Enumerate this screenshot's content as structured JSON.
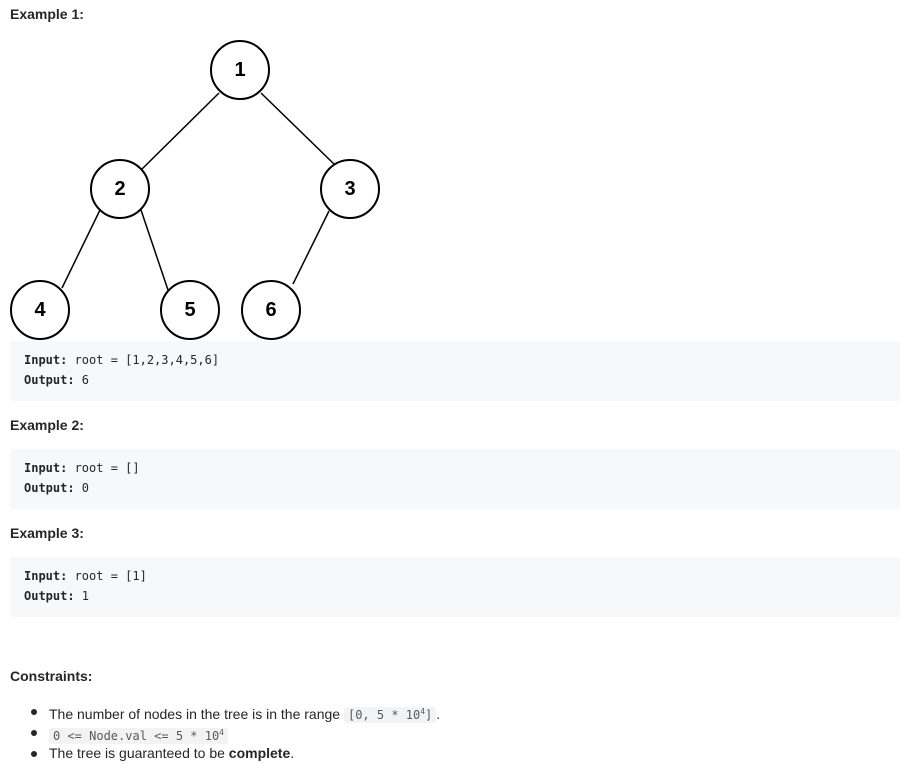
{
  "examples": [
    {
      "title": "Example 1:",
      "input_key": "Input:",
      "input_val": " root = [1,2,3,4,5,6]",
      "output_key": "Output:",
      "output_val": " 6"
    },
    {
      "title": "Example 2:",
      "input_key": "Input:",
      "input_val": " root = []",
      "output_key": "Output:",
      "output_val": " 0"
    },
    {
      "title": "Example 3:",
      "input_key": "Input:",
      "input_val": " root = [1]",
      "output_key": "Output:",
      "output_val": " 1"
    }
  ],
  "tree": {
    "nodes": [
      "1",
      "2",
      "3",
      "4",
      "5",
      "6"
    ]
  },
  "constraints": {
    "title": "Constraints:",
    "c1_text": "The number of nodes in the tree is in the range ",
    "c1_code": "[0, 5 * 10",
    "c1_sup": "4",
    "c1_code_end": "]",
    "c1_end": ".",
    "c2_code": "0 <= Node.val <= 5 * 10",
    "c2_sup": "4",
    "c3_text": "The tree is guaranteed to be ",
    "c3_bold": "complete",
    "c3_end": "."
  }
}
